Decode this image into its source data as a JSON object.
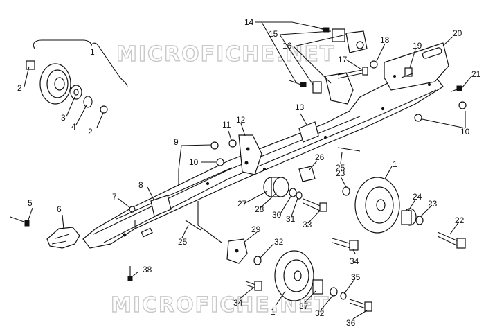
{
  "watermark": {
    "top": "MICROFICHE.NET",
    "bottom": "MICROFICHE.NET"
  },
  "callouts": [
    {
      "id": "c1a",
      "text": "1"
    },
    {
      "id": "c2a",
      "text": "2"
    },
    {
      "id": "c3",
      "text": "3"
    },
    {
      "id": "c4",
      "text": "4"
    },
    {
      "id": "c2b",
      "text": "2"
    },
    {
      "id": "c5",
      "text": "5"
    },
    {
      "id": "c6",
      "text": "6"
    },
    {
      "id": "c7",
      "text": "7"
    },
    {
      "id": "c8",
      "text": "8"
    },
    {
      "id": "c9",
      "text": "9"
    },
    {
      "id": "c10a",
      "text": "10"
    },
    {
      "id": "c11",
      "text": "11"
    },
    {
      "id": "c12",
      "text": "12"
    },
    {
      "id": "c13",
      "text": "13"
    },
    {
      "id": "c14",
      "text": "14"
    },
    {
      "id": "c15",
      "text": "15"
    },
    {
      "id": "c16",
      "text": "16"
    },
    {
      "id": "c17",
      "text": "17"
    },
    {
      "id": "c18",
      "text": "18"
    },
    {
      "id": "c19",
      "text": "19"
    },
    {
      "id": "c20",
      "text": "20"
    },
    {
      "id": "c21",
      "text": "21"
    },
    {
      "id": "c10b",
      "text": "10"
    },
    {
      "id": "c25a",
      "text": "25"
    },
    {
      "id": "c26",
      "text": "26"
    },
    {
      "id": "c23a",
      "text": "23"
    },
    {
      "id": "c1b",
      "text": "1"
    },
    {
      "id": "c27",
      "text": "27"
    },
    {
      "id": "c28",
      "text": "28"
    },
    {
      "id": "c30",
      "text": "30"
    },
    {
      "id": "c31",
      "text": "31"
    },
    {
      "id": "c33",
      "text": "33"
    },
    {
      "id": "c24",
      "text": "24"
    },
    {
      "id": "c23b",
      "text": "23"
    },
    {
      "id": "c22",
      "text": "22"
    },
    {
      "id": "c25b",
      "text": "25"
    },
    {
      "id": "c29",
      "text": "29"
    },
    {
      "id": "c32a",
      "text": "32"
    },
    {
      "id": "c34a",
      "text": "34"
    },
    {
      "id": "c38",
      "text": "38"
    },
    {
      "id": "c34b",
      "text": "34"
    },
    {
      "id": "c1c",
      "text": "1"
    },
    {
      "id": "c37",
      "text": "37"
    },
    {
      "id": "c32b",
      "text": "32"
    },
    {
      "id": "c35",
      "text": "35"
    },
    {
      "id": "c36",
      "text": "36"
    }
  ]
}
